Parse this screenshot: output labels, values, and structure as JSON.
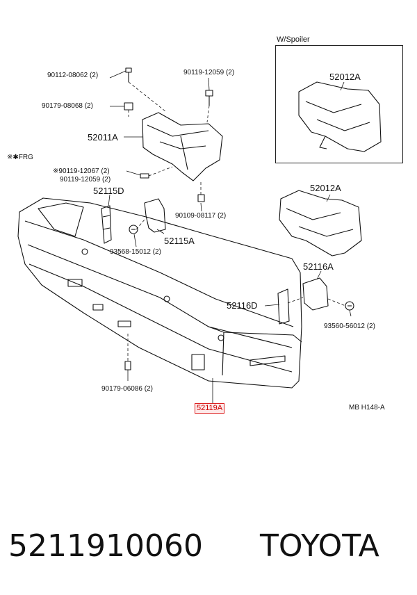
{
  "diagram": {
    "inset_title": "W/Spoiler",
    "frg_label": "※✱FRG",
    "code": "MB  H148-A",
    "parts": [
      {
        "id": "p1",
        "label": "90112-08062 (2)"
      },
      {
        "id": "p2",
        "label": "90179-08068 (2)"
      },
      {
        "id": "p3",
        "label": "90119-12059 (2)"
      },
      {
        "id": "p4",
        "label": "52011A"
      },
      {
        "id": "p5",
        "label": "※90119-12067 (2)"
      },
      {
        "id": "p6",
        "label": "90119-12059 (2)"
      },
      {
        "id": "p7",
        "label": "52115D"
      },
      {
        "id": "p8",
        "label": "52115A"
      },
      {
        "id": "p9",
        "label": "93568-15012 (2)"
      },
      {
        "id": "p10",
        "label": "90109-08117 (2)"
      },
      {
        "id": "p11",
        "label": "52012A"
      },
      {
        "id": "p12",
        "label": "52012A"
      },
      {
        "id": "p13",
        "label": "52116A"
      },
      {
        "id": "p14",
        "label": "52116D"
      },
      {
        "id": "p15",
        "label": "93560-56012 (2)"
      },
      {
        "id": "p16",
        "label": "90179-06086 (2)"
      },
      {
        "id": "p17",
        "label": "52119A",
        "highlighted": true,
        "highlight_color": "#d22222"
      }
    ]
  },
  "footer": {
    "part_number": "5211910060",
    "brand": "TOYOTA"
  }
}
